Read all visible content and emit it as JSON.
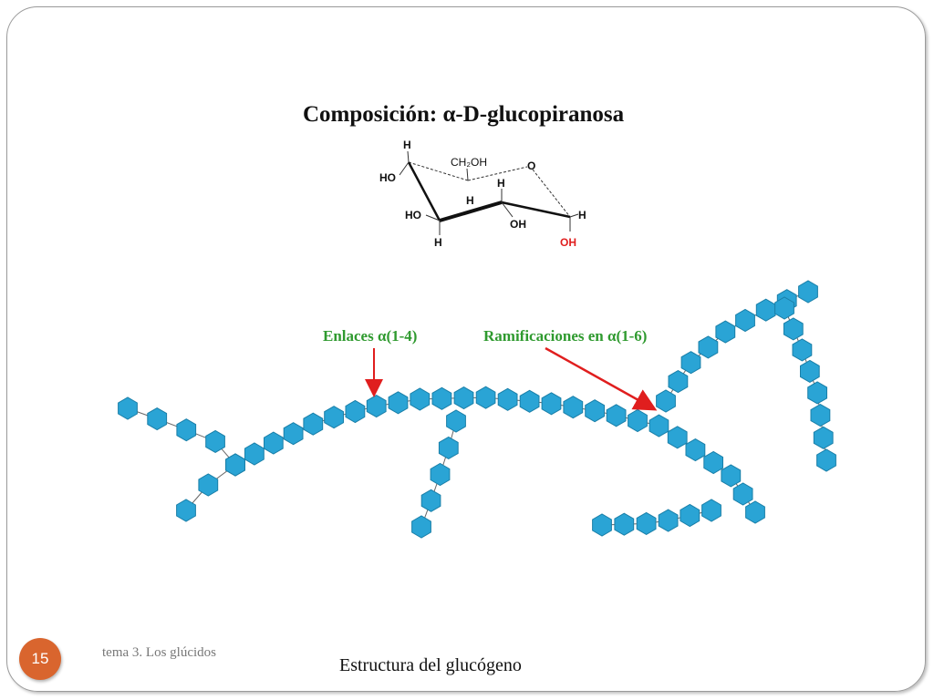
{
  "slide": {
    "number": "15",
    "footer_text": "tema 3. Los glúcidos",
    "caption": "Estructura del glucógeno"
  },
  "diagram": {
    "heading": "Composición: α-D-glucopiranosa",
    "structure_labels": {
      "h_top": "H",
      "ho_left": "HO",
      "ch2oh": "CH₂OH",
      "o_ring": "O",
      "h_mid": "H",
      "h_c3": "H",
      "ho_c4": "HO",
      "oh_c2": "OH",
      "h_c1": "H",
      "oh_anomeric": "OH",
      "h_bottom": "H"
    },
    "label_bonds_14": "Enlaces α(1-4)",
    "label_branches_16": "Ramificaciones en α(1-6)",
    "colors": {
      "glucose_unit": "#2aa4d5",
      "glucose_stroke": "#1a7fa8",
      "label_green": "#2f9a2f",
      "arrow_red": "#e01e1e",
      "anomeric_oh": "#e01e1e"
    }
  }
}
